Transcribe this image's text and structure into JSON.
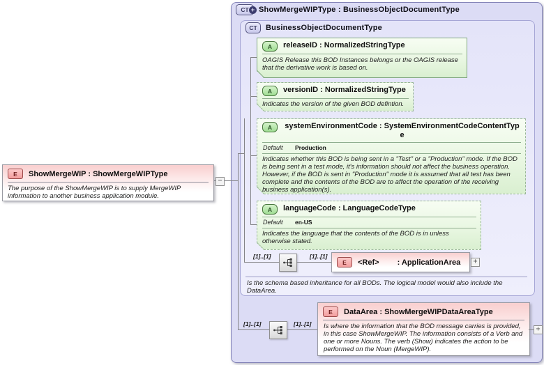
{
  "diagram": {
    "cardinality": "[1]..[1]",
    "icons": {
      "complextype": "CT",
      "attribute": "A",
      "element": "E",
      "expand": "+",
      "collapse": "−"
    },
    "root_element": {
      "title": "ShowMergeWIP : ShowMergeWIPType",
      "description": "The purpose of the ShowMergeWIP is to supply MergeWIP information to another business application module."
    },
    "type_container": {
      "title": "ShowMergeWIPType : BusinessObjectDocumentType"
    },
    "base_container": {
      "title": "BusinessObjectDocumentType",
      "annotation": "Is the schema based inheritance for all BODs. The logical model would also include the DataArea."
    },
    "attributes": [
      {
        "title": "releaseID : NormalizedStringType",
        "description": "OAGIS Release this BOD Instances belongs or the OAGIS release that the derivative work is based on."
      },
      {
        "title": "versionID : NormalizedStringType",
        "description": "Indicates the version of the given BOD defintion."
      },
      {
        "title": "systemEnvironmentCode : SystemEnvironmentCodeContentType",
        "default_label": "Default",
        "default_value": "Production",
        "description": "Indicates whether this BOD is being sent in a \"Test\" or a \"Production\" mode. If the BOD is being sent in a test mode, it's information should not affect the business operation. However, if the BOD is sent in \"Production\" mode it is assumed that all test has been complete and the contents of the BOD are to affect the operation of the receiving business application(s)."
      },
      {
        "title": "languageCode : LanguageCodeType",
        "default_label": "Default",
        "default_value": "en-US",
        "description": "Indicates the language that the contents of the BOD is in unless otherwise stated."
      }
    ],
    "application_area": {
      "ref_label": "<Ref>",
      "type_label": ": ApplicationArea"
    },
    "data_area": {
      "title": "DataArea : ShowMergeWIPDataAreaType",
      "description": "Is where the information that the BOD message carries is provided, in this case ShowMergeWIP. The information consists of a Verb and one or more Nouns. The verb (Show) indicates the action to be performed on the Noun (MergeWIP)."
    }
  }
}
